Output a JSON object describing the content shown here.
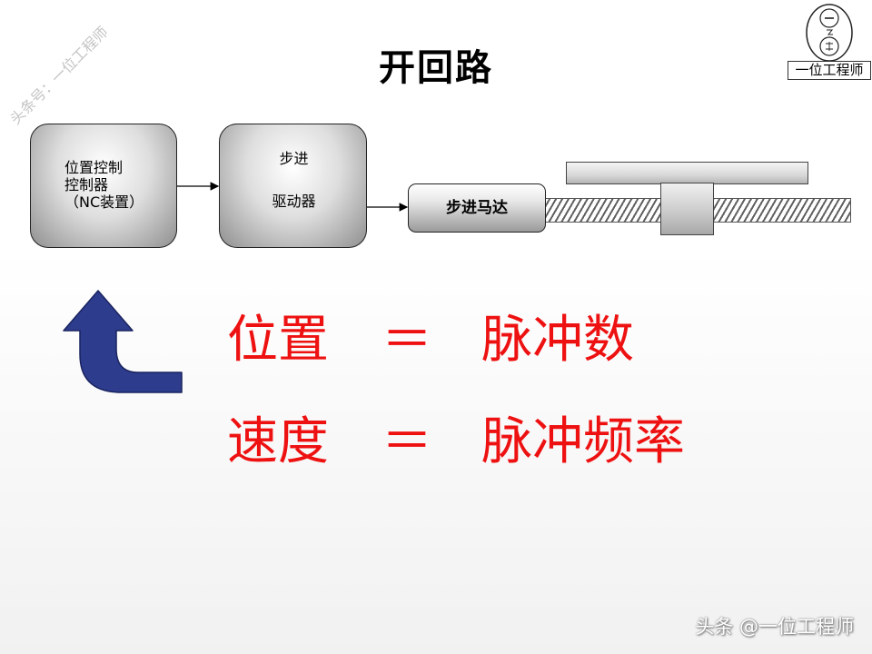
{
  "title": "开回路",
  "blocks": {
    "controller": {
      "line1": "位置控制",
      "line2": "控制器",
      "line3": "（NC装置）"
    },
    "driver": {
      "line1": "步进",
      "line2": "驱动器"
    },
    "motor": {
      "label": "步进马达"
    }
  },
  "equations": [
    {
      "lhs": "位置",
      "op": "＝",
      "rhs": "脉冲数"
    },
    {
      "lhs": "速度",
      "op": "＝",
      "rhs": "脉冲频率"
    }
  ],
  "watermark": {
    "diagonal": "头条号：一位工程师",
    "footer": "头条 @一位工程师"
  },
  "logo": {
    "caption": "一位工程师"
  },
  "colors": {
    "equation": "#ee1111",
    "arrow_fill": "#2d3c8c"
  }
}
